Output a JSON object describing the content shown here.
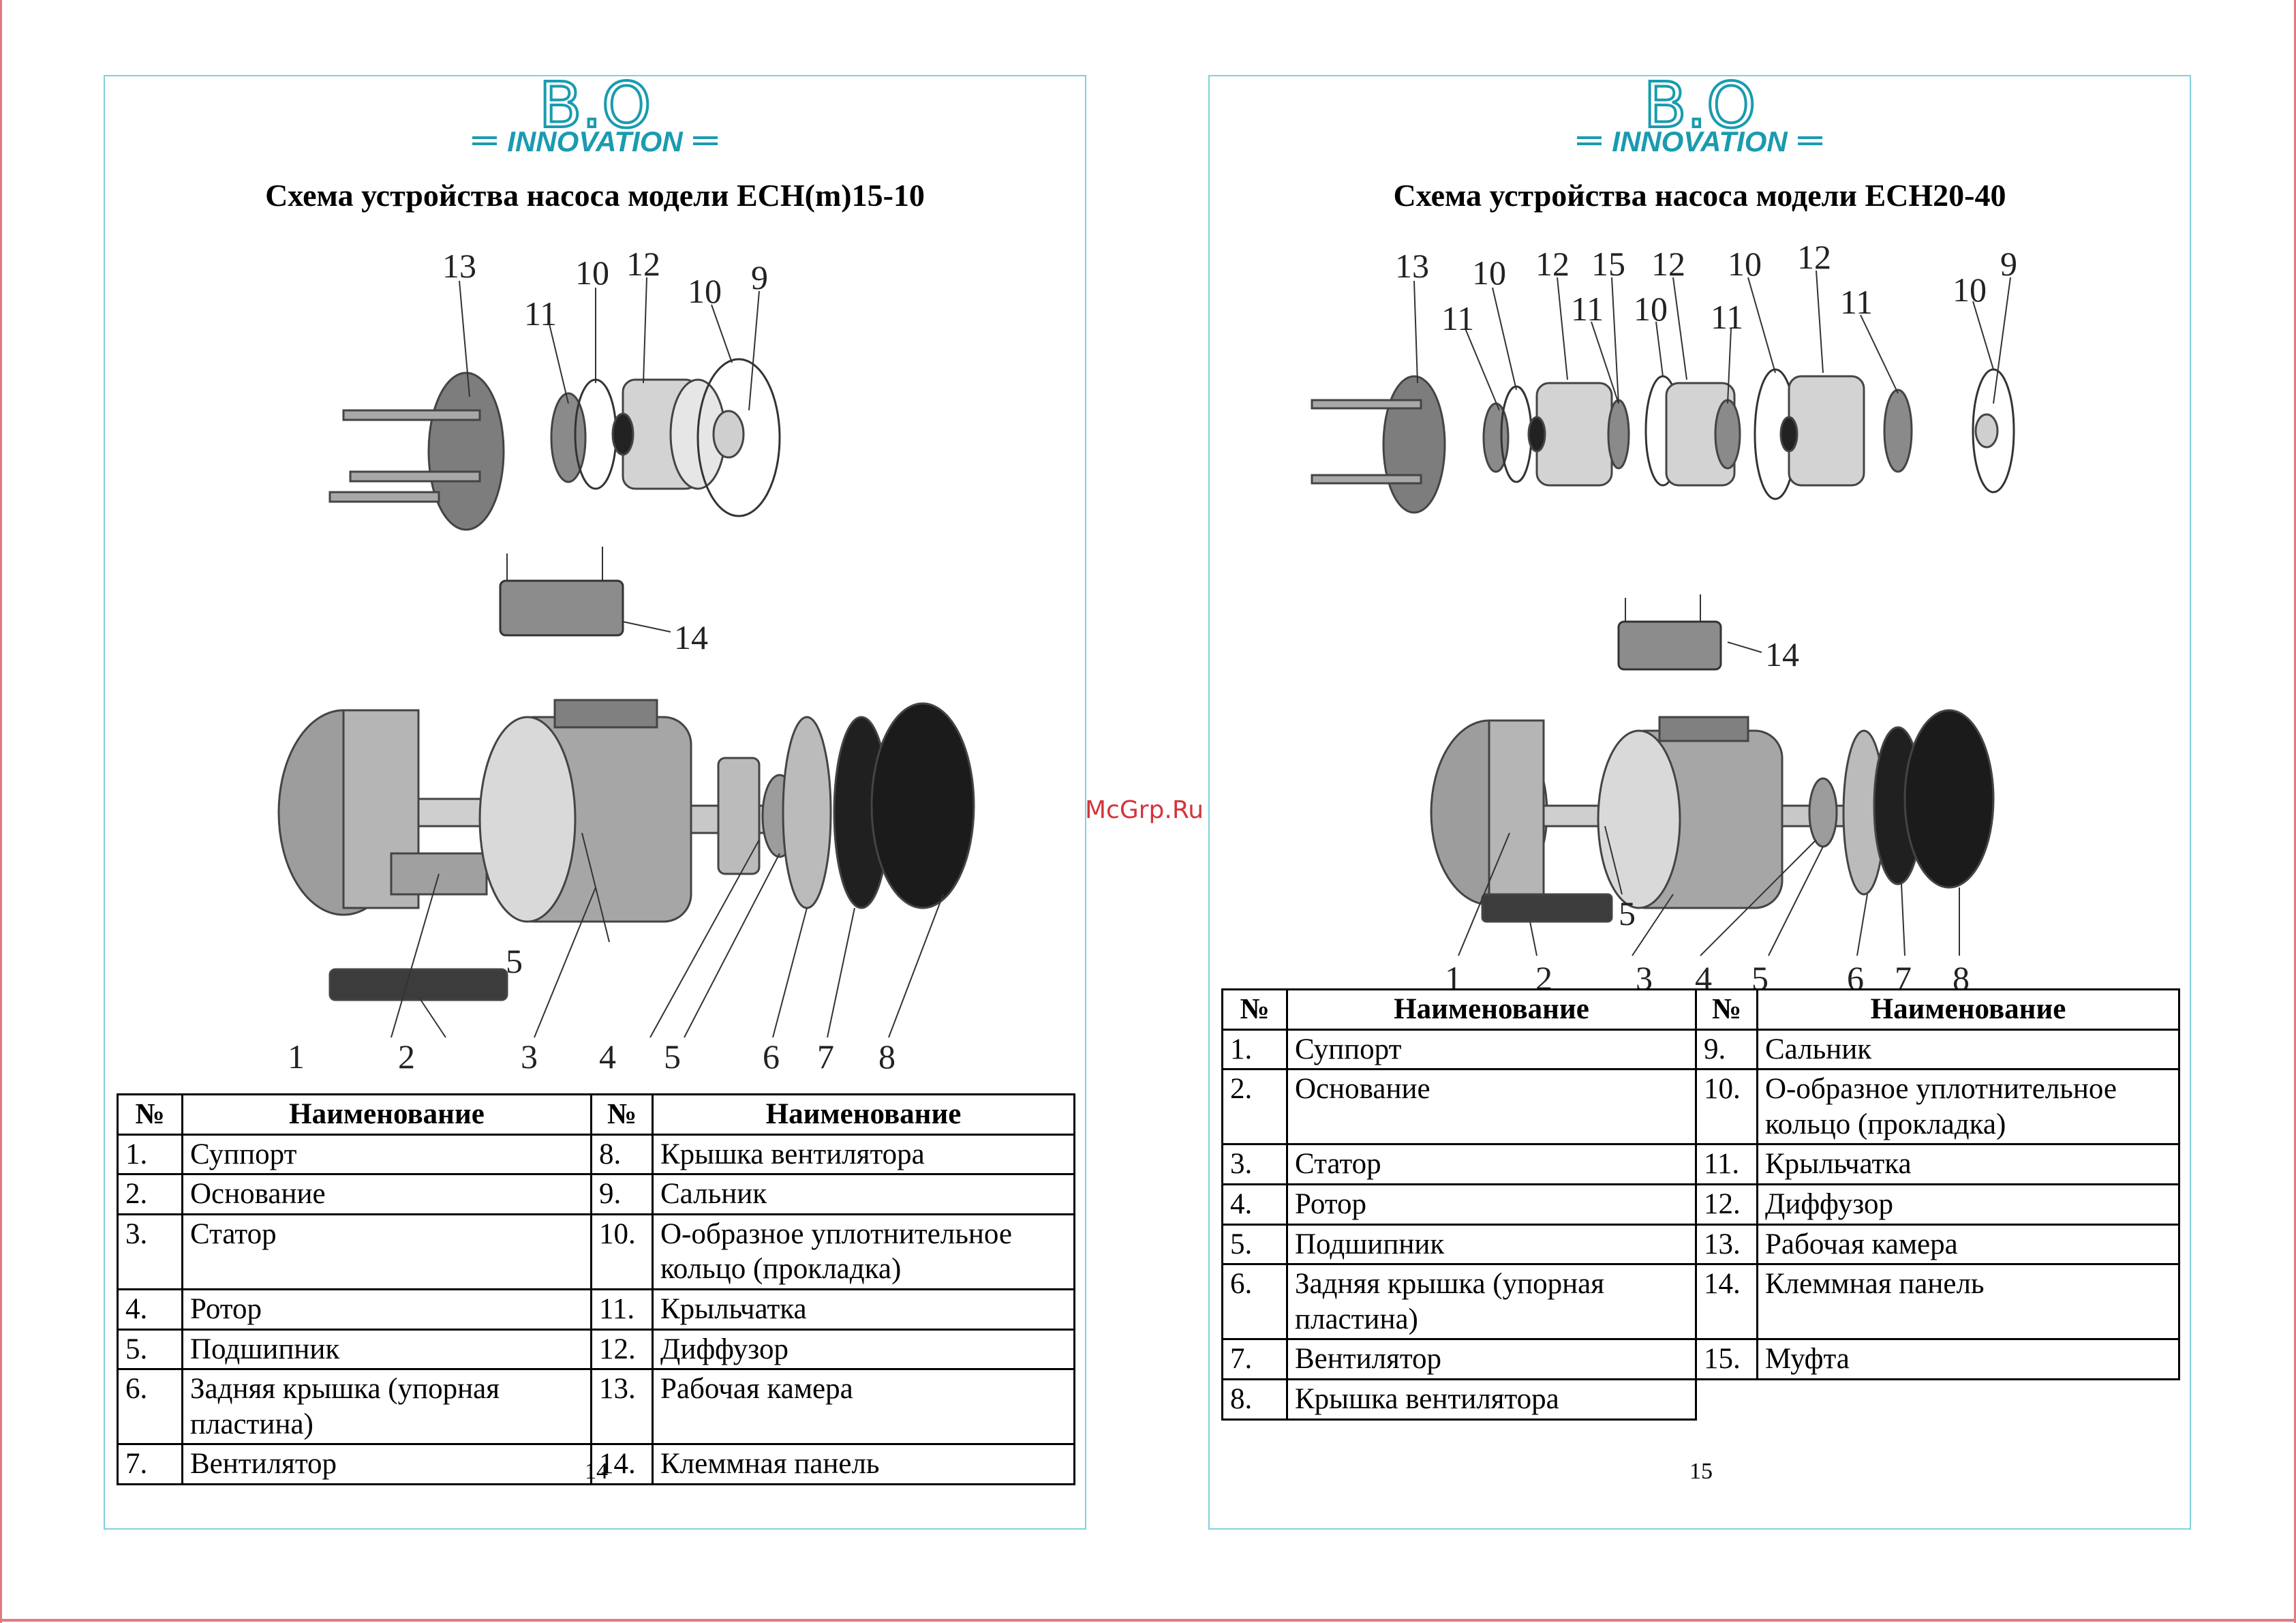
{
  "logo": {
    "mark": "B.O",
    "word": "INNOVATION",
    "color": "#1a9bb0"
  },
  "watermark": "McGrp.Ru",
  "pages": [
    {
      "title": "Схема устройства насоса модели ECH(m)15-10",
      "page_number": "14",
      "headers": [
        "№",
        "Наименование",
        "№",
        "Наименование"
      ],
      "left_rows": [
        {
          "no": "1.",
          "name": "Суппорт"
        },
        {
          "no": "2.",
          "name": "Основание"
        },
        {
          "no": "3.",
          "name": "Статор"
        },
        {
          "no": "4.",
          "name": "Ротор"
        },
        {
          "no": "5.",
          "name": "Подшипник"
        },
        {
          "no": "6.",
          "name": "Задняя крышка (упорная пластина)"
        },
        {
          "no": "7.",
          "name": "Вентилятор"
        }
      ],
      "right_rows": [
        {
          "no": "8.",
          "name": "Крышка вентилятора"
        },
        {
          "no": "9.",
          "name": "Сальник"
        },
        {
          "no": "10.",
          "name": "О-образное уплотнительное кольцо (прокладка)"
        },
        {
          "no": "11.",
          "name": "Крыльчатка"
        },
        {
          "no": "12.",
          "name": "Диффузор"
        },
        {
          "no": "13.",
          "name": "Рабочая камера"
        },
        {
          "no": "14.",
          "name": "Клеммная панель"
        }
      ],
      "callouts": [
        "13",
        "11",
        "10",
        "12",
        "10",
        "9",
        "14",
        "1",
        "2",
        "3",
        "4",
        "5",
        "5",
        "6",
        "7",
        "8"
      ]
    },
    {
      "title": "Схема устройства насоса модели ECH20-40",
      "page_number": "15",
      "headers": [
        "№",
        "Наименование",
        "№",
        "Наименование"
      ],
      "left_rows": [
        {
          "no": "1.",
          "name": "Суппорт"
        },
        {
          "no": "2.",
          "name": "Основание"
        },
        {
          "no": "3.",
          "name": "Статор"
        },
        {
          "no": "4.",
          "name": "Ротор"
        },
        {
          "no": "5.",
          "name": "Подшипник"
        },
        {
          "no": "6.",
          "name": "Задняя крышка (упорная пластина)"
        },
        {
          "no": "7.",
          "name": "Вентилятор"
        },
        {
          "no": "8.",
          "name": "Крышка вентилятора"
        }
      ],
      "right_rows": [
        {
          "no": "9.",
          "name": "Сальник"
        },
        {
          "no": "10.",
          "name": "О-образное уплотнительное кольцо (прокладка)"
        },
        {
          "no": "11.",
          "name": "Крыльчатка"
        },
        {
          "no": "12.",
          "name": "Диффузор"
        },
        {
          "no": "13.",
          "name": "Рабочая камера"
        },
        {
          "no": "14.",
          "name": "Клеммная панель"
        },
        {
          "no": "15.",
          "name": "Муфта"
        }
      ],
      "callouts": [
        "13",
        "11",
        "10",
        "12",
        "15",
        "11",
        "10",
        "12",
        "11",
        "10",
        "12",
        "11",
        "10",
        "9",
        "14",
        "1",
        "2",
        "3",
        "4",
        "5",
        "5",
        "6",
        "7",
        "8"
      ]
    }
  ]
}
